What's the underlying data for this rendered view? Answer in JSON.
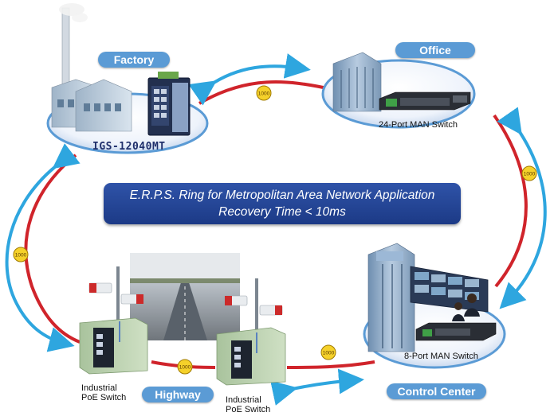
{
  "banner": {
    "line1": "E.R.P.S. Ring for Metropolitan Area Network Application",
    "line2": "Recovery Time < 10ms"
  },
  "sites": {
    "factory": {
      "label": "Factory",
      "device_model": "IGS-12040MT"
    },
    "office": {
      "label": "Office",
      "device_caption": "24-Port MAN Switch"
    },
    "control_center": {
      "label": "Control Center",
      "device_caption": "8-Port MAN Switch"
    },
    "highway": {
      "label": "Highway",
      "left_switch_caption_line1": "Industrial",
      "left_switch_caption_line2": "PoE Switch",
      "right_switch_caption_line1": "Industrial",
      "right_switch_caption_line2": "PoE Switch"
    }
  },
  "links": {
    "speed_label": "1000"
  },
  "colors": {
    "ring": "#d0242b",
    "arrow": "#2ea6df",
    "label_pill": "#5b9bd5",
    "banner": "#1f3f8f"
  }
}
